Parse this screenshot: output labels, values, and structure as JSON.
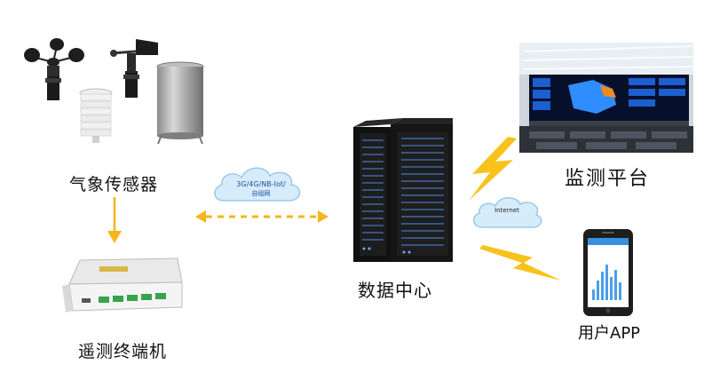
{
  "nodes": {
    "weather_sensors": "气象传感器",
    "rtu": "遥测终端机",
    "data_center": "数据中心",
    "monitor_platform": "监测平台",
    "user_app": "用户APP"
  },
  "links": {
    "wireless_line1": "3G/4G/NB-Iot/",
    "wireless_line2": "自组网",
    "internet": "Internet"
  },
  "colors": {
    "accent_arrow": "#f5b51b",
    "lightning": "#f7c21a",
    "cloud_fill": "#d6ecfb",
    "cloud_stroke": "#9cc8ea"
  }
}
